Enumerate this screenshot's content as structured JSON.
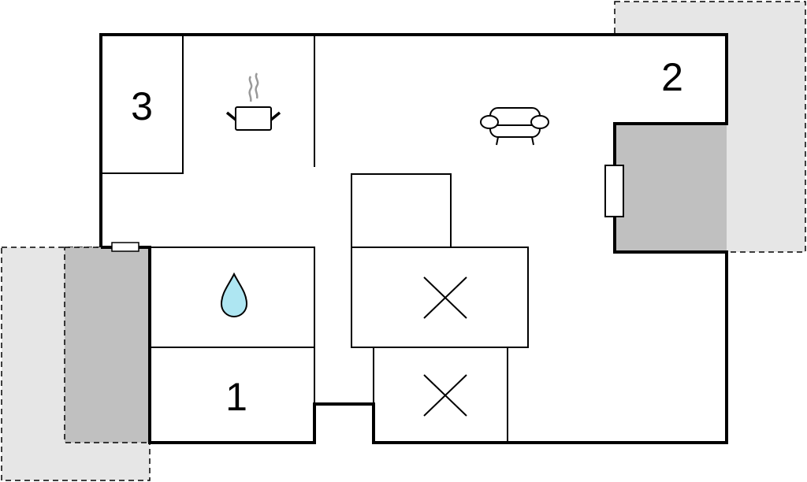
{
  "title": "Floor plan",
  "rooms": {
    "bedroom_1": {
      "label": "1"
    },
    "bedroom_2": {
      "label": "2"
    },
    "bedroom_3": {
      "label": "3"
    },
    "kitchen": {
      "icon": "cooking-pot-icon"
    },
    "living_room": {
      "icon": "sofa-icon"
    },
    "bathroom": {
      "icon": "water-drop-icon"
    }
  },
  "colors": {
    "wall": "#000000",
    "terrace_light": "#e6e6e6",
    "terrace_dark": "#c0c0c0",
    "water": "#aee6f2"
  }
}
